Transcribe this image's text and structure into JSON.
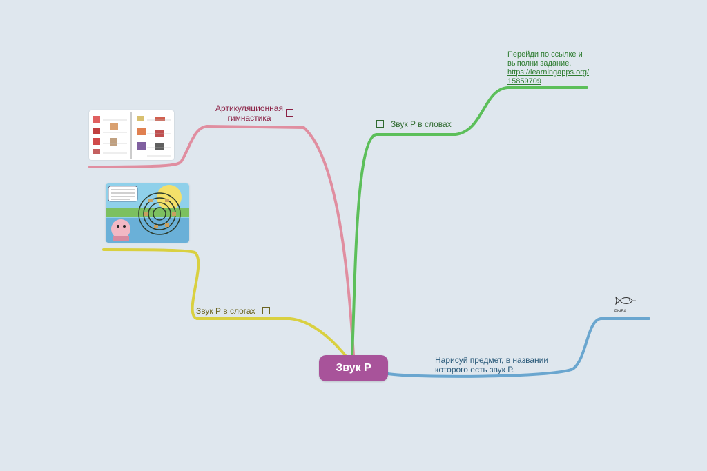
{
  "central": {
    "label": "Звук Р",
    "color": "#a8539a"
  },
  "branches": {
    "articulation": {
      "label": "Артикуляционная гимнастика",
      "color": "#e08ea0",
      "text_color": "#8b2044"
    },
    "words": {
      "label": "Звук Р в словах",
      "color": "#5cbf5a",
      "text_color": "#2f6a2f",
      "note_line1": "Перейди по ссылке и",
      "note_line2": "выполни задание.",
      "link_line1": "https://learningapps.org/",
      "link_line2": "15859709",
      "note_color": "#2f7d32"
    },
    "syllables": {
      "label": "Звук Р в слогах",
      "color": "#d9d040",
      "text_color": "#6b6420"
    },
    "draw": {
      "label_line1": "Нарисуй предмет, в названии",
      "label_line2": "которого есть звук Р.",
      "color": "#6aa6cf",
      "text_color": "#2a5a7a",
      "sketch_caption": "РЫБА"
    }
  },
  "icons": {
    "checkbox": "checkbox-icon",
    "fish": "fish-sketch-icon"
  }
}
